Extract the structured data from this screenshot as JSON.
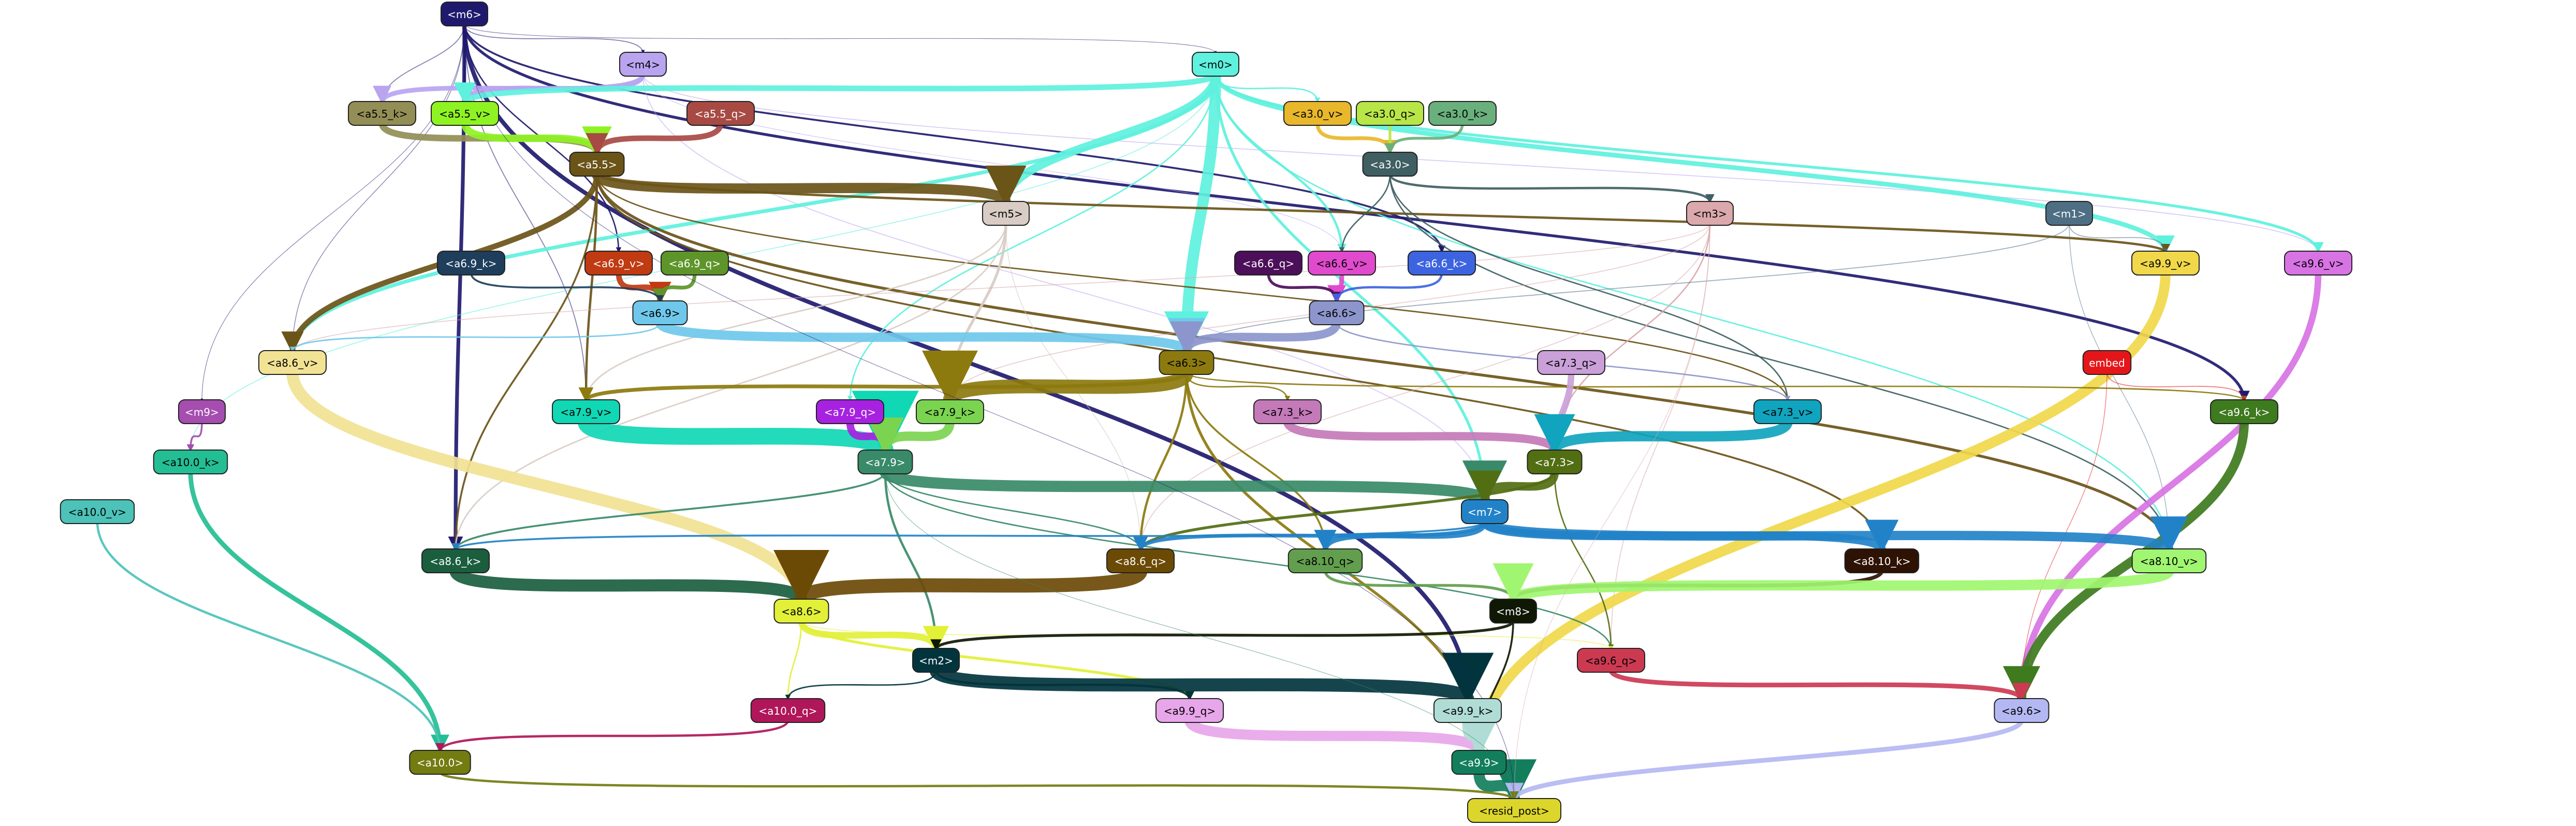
{
  "nodes": [
    {
      "id": "m6",
      "label": "<m6>",
      "fill": "#201a6e",
      "text": "#ffffff"
    },
    {
      "id": "m4",
      "label": "<m4>",
      "fill": "#b9a4f0",
      "text": "#000000"
    },
    {
      "id": "m0",
      "label": "<m0>",
      "fill": "#5ef1dd",
      "text": "#000000"
    },
    {
      "id": "a5_5_k",
      "label": "<a5.5_k>",
      "fill": "#928e56",
      "text": "#000000"
    },
    {
      "id": "a5_5_v",
      "label": "<a5.5_v>",
      "fill": "#8ff323",
      "text": "#000000"
    },
    {
      "id": "a5_5_q",
      "label": "<a5.5_q>",
      "fill": "#a84a44",
      "text": "#ffffff"
    },
    {
      "id": "a3_0_v",
      "label": "<a3.0_v>",
      "fill": "#e8b72b",
      "text": "#000000"
    },
    {
      "id": "a3_0_q",
      "label": "<a3.0_q>",
      "fill": "#b8e648",
      "text": "#000000"
    },
    {
      "id": "a3_0_k",
      "label": "<a3.0_k>",
      "fill": "#6ab07c",
      "text": "#000000"
    },
    {
      "id": "a5_5",
      "label": "<a5.5>",
      "fill": "#6b5418",
      "text": "#ffffff"
    },
    {
      "id": "a3_0",
      "label": "<a3.0>",
      "fill": "#3f5f62",
      "text": "#ffffff"
    },
    {
      "id": "m5",
      "label": "<m5>",
      "fill": "#d8ccc4",
      "text": "#000000"
    },
    {
      "id": "m3",
      "label": "<m3>",
      "fill": "#dba8ac",
      "text": "#000000"
    },
    {
      "id": "m1",
      "label": "<m1>",
      "fill": "#4e6e83",
      "text": "#ffffff"
    },
    {
      "id": "a9_9_v",
      "label": "<a9.9_v>",
      "fill": "#f0d84a",
      "text": "#000000"
    },
    {
      "id": "a9_6_v",
      "label": "<a9.6_v>",
      "fill": "#d873e4",
      "text": "#000000"
    },
    {
      "id": "a6_9_k",
      "label": "<a6.9_k>",
      "fill": "#1e3e5c",
      "text": "#ffffff"
    },
    {
      "id": "a6_9_v",
      "label": "<a6.9_v>",
      "fill": "#c03a12",
      "text": "#ffffff"
    },
    {
      "id": "a6_9_q",
      "label": "<a6.9_q>",
      "fill": "#5e952a",
      "text": "#ffffff"
    },
    {
      "id": "a6_6_q",
      "label": "<a6.6_q>",
      "fill": "#4c0f59",
      "text": "#ffffff"
    },
    {
      "id": "a6_6_v",
      "label": "<a6.6_v>",
      "fill": "#e04acc",
      "text": "#000000"
    },
    {
      "id": "a6_6_k",
      "label": "<a6.6_k>",
      "fill": "#3d64e0",
      "text": "#ffffff"
    },
    {
      "id": "a6_9",
      "label": "<a6.9>",
      "fill": "#6fc8ec",
      "text": "#000000"
    },
    {
      "id": "a6_6",
      "label": "<a6.6>",
      "fill": "#8c96cc",
      "text": "#000000"
    },
    {
      "id": "a8_6_v",
      "label": "<a8.6_v>",
      "fill": "#f2e294",
      "text": "#000000"
    },
    {
      "id": "a6_3",
      "label": "<a6.3>",
      "fill": "#8c7a0e",
      "text": "#000000"
    },
    {
      "id": "a7_3_q",
      "label": "<a7.3_q>",
      "fill": "#caa0d8",
      "text": "#000000"
    },
    {
      "id": "embed",
      "label": "embed",
      "fill": "#e5161a",
      "text": "#ffffff"
    },
    {
      "id": "m9",
      "label": "<m9>",
      "fill": "#a64db0",
      "text": "#ffffff"
    },
    {
      "id": "a7_9_v",
      "label": "<a7.9_v>",
      "fill": "#10d7b4",
      "text": "#000000"
    },
    {
      "id": "a7_9_q",
      "label": "<a7.9_q>",
      "fill": "#a622e0",
      "text": "#ffffff"
    },
    {
      "id": "a7_9_k",
      "label": "<a7.9_k>",
      "fill": "#7bd450",
      "text": "#000000"
    },
    {
      "id": "a7_3_k",
      "label": "<a7.3_k>",
      "fill": "#c47ab9",
      "text": "#000000"
    },
    {
      "id": "a7_3_v",
      "label": "<a7.3_v>",
      "fill": "#10a4be",
      "text": "#000000"
    },
    {
      "id": "a9_6_k",
      "label": "<a9.6_k>",
      "fill": "#3e7a1e",
      "text": "#ffffff"
    },
    {
      "id": "a10_0_k",
      "label": "<a10.0_k>",
      "fill": "#24be94",
      "text": "#000000"
    },
    {
      "id": "a7_9",
      "label": "<a7.9>",
      "fill": "#388a68",
      "text": "#ffffff"
    },
    {
      "id": "a7_3",
      "label": "<a7.3>",
      "fill": "#526e12",
      "text": "#ffffff"
    },
    {
      "id": "a10_0_v",
      "label": "<a10.0_v>",
      "fill": "#4cc2b8",
      "text": "#000000"
    },
    {
      "id": "m7",
      "label": "<m7>",
      "fill": "#2282c8",
      "text": "#ffffff"
    },
    {
      "id": "a8_6_k",
      "label": "<a8.6_k>",
      "fill": "#1a5e3e",
      "text": "#ffffff"
    },
    {
      "id": "a8_6_q",
      "label": "<a8.6_q>",
      "fill": "#6b4a06",
      "text": "#ffffff"
    },
    {
      "id": "a8_10_q",
      "label": "<a8.10_q>",
      "fill": "#629e4e",
      "text": "#000000"
    },
    {
      "id": "a8_10_k",
      "label": "<a8.10_k>",
      "fill": "#2e1204",
      "text": "#ffffff"
    },
    {
      "id": "a8_10_v",
      "label": "<a8.10_v>",
      "fill": "#a0f670",
      "text": "#000000"
    },
    {
      "id": "a8_6",
      "label": "<a8.6>",
      "fill": "#e2f038",
      "text": "#000000"
    },
    {
      "id": "m8",
      "label": "<m8>",
      "fill": "#0e1804",
      "text": "#ffffff"
    },
    {
      "id": "a9_6_q",
      "label": "<a9.6_q>",
      "fill": "#cc3a52",
      "text": "#000000"
    },
    {
      "id": "m2",
      "label": "<m2>",
      "fill": "#02343e",
      "text": "#ffffff"
    },
    {
      "id": "a10_0_q",
      "label": "<a10.0_q>",
      "fill": "#b0165a",
      "text": "#ffffff"
    },
    {
      "id": "a9_9_q",
      "label": "<a9.9_q>",
      "fill": "#e8a6ea",
      "text": "#000000"
    },
    {
      "id": "a9_9_k",
      "label": "<a9.9_k>",
      "fill": "#b0dcd6",
      "text": "#000000"
    },
    {
      "id": "a9_6",
      "label": "<a9.6>",
      "fill": "#b4b8f2",
      "text": "#000000"
    },
    {
      "id": "a10_0",
      "label": "<a10.0>",
      "fill": "#727c10",
      "text": "#ffffff"
    },
    {
      "id": "a9_9",
      "label": "<a9.9>",
      "fill": "#127e5c",
      "text": "#ffffff"
    },
    {
      "id": "resid_post",
      "label": "<resid_post>",
      "fill": "#dcd62c",
      "text": "#000000"
    }
  ],
  "edges": [
    {
      "from": "m6",
      "to": "a8_6_k",
      "color": "#201a6e",
      "weight": 8
    },
    {
      "from": "m6",
      "to": "a9_9_k",
      "color": "#201a6e",
      "weight": 9
    },
    {
      "from": "m6",
      "to": "a9_6_k",
      "color": "#201a6e",
      "weight": 6
    },
    {
      "from": "m6",
      "to": "a6_6_k",
      "color": "#201a6e",
      "weight": 4
    },
    {
      "from": "m6",
      "to": "a6_9_v",
      "color": "#201a6e",
      "weight": 3
    },
    {
      "from": "m6",
      "to": "a5_5_v",
      "color": "#201a6e",
      "weight": 3
    },
    {
      "from": "m6",
      "to": "a5_5_k",
      "color": "#201a6e",
      "weight": 2
    },
    {
      "from": "m6",
      "to": "m4",
      "color": "#201a6e",
      "weight": 2
    },
    {
      "from": "m6",
      "to": "a7_9_v",
      "color": "#201a6e",
      "weight": 2
    },
    {
      "from": "m6",
      "to": "a8_6_v",
      "color": "#201a6e",
      "weight": 1.5
    },
    {
      "from": "m6",
      "to": "m9",
      "color": "#201a6e",
      "weight": 1
    },
    {
      "from": "m6",
      "to": "m0",
      "color": "#201a6e",
      "weight": 1
    },
    {
      "from": "m4",
      "to": "a5_5_k",
      "color": "#b9a4f0",
      "weight": 10
    },
    {
      "from": "m4",
      "to": "a5_5_v",
      "color": "#b9a4f0",
      "weight": 10
    },
    {
      "from": "m4",
      "to": "a9_6_v",
      "color": "#b9a4f0",
      "weight": 2
    },
    {
      "from": "m4",
      "to": "m7",
      "color": "#b9a4f0",
      "weight": 2
    },
    {
      "from": "m4",
      "to": "a6_6_v",
      "color": "#b9a4f0",
      "weight": 1.5
    },
    {
      "from": "m0",
      "to": "a6_3",
      "color": "#5ef1dd",
      "weight": 24
    },
    {
      "from": "m0",
      "to": "m5",
      "color": "#5ef1dd",
      "weight": 18
    },
    {
      "from": "m0",
      "to": "a5_5_v",
      "color": "#5ef1dd",
      "weight": 12
    },
    {
      "from": "m0",
      "to": "a8_6_v",
      "color": "#5ef1dd",
      "weight": 8
    },
    {
      "from": "m0",
      "to": "a9_9_v",
      "color": "#5ef1dd",
      "weight": 10
    },
    {
      "from": "m0",
      "to": "a9_6_v",
      "color": "#5ef1dd",
      "weight": 6
    },
    {
      "from": "m0",
      "to": "a6_6_v",
      "color": "#5ef1dd",
      "weight": 5
    },
    {
      "from": "m0",
      "to": "a3_0_v",
      "color": "#5ef1dd",
      "weight": 3
    },
    {
      "from": "m0",
      "to": "m7",
      "color": "#5ef1dd",
      "weight": 6
    },
    {
      "from": "m0",
      "to": "a7_9_q",
      "color": "#5ef1dd",
      "weight": 3
    },
    {
      "from": "m0",
      "to": "a8_10_v",
      "color": "#5ef1dd",
      "weight": 3
    },
    {
      "from": "m0",
      "to": "a10_0_k",
      "color": "#5ef1dd",
      "weight": 2
    },
    {
      "from": "a5_5_k",
      "to": "a5_5",
      "color": "#928e56",
      "weight": 14
    },
    {
      "from": "a5_5_v",
      "to": "a5_5",
      "color": "#8ff323",
      "weight": 16
    },
    {
      "from": "a5_5_q",
      "to": "a5_5",
      "color": "#a84a44",
      "weight": 12
    },
    {
      "from": "a3_0_v",
      "to": "a3_0",
      "color": "#e8b72b",
      "weight": 8
    },
    {
      "from": "a3_0_q",
      "to": "a3_0",
      "color": "#b8e648",
      "weight": 6
    },
    {
      "from": "a3_0_k",
      "to": "a3_0",
      "color": "#6ab07c",
      "weight": 6
    },
    {
      "from": "a5_5",
      "to": "m5",
      "color": "#6b5418",
      "weight": 22
    },
    {
      "from": "a5_5",
      "to": "a8_6_v",
      "color": "#6b5418",
      "weight": 12
    },
    {
      "from": "a5_5",
      "to": "a8_10_v",
      "color": "#6b5418",
      "weight": 6
    },
    {
      "from": "a5_5",
      "to": "a9_9_v",
      "color": "#6b5418",
      "weight": 5
    },
    {
      "from": "a5_5",
      "to": "a8_6_k",
      "color": "#6b5418",
      "weight": 4
    },
    {
      "from": "a5_5",
      "to": "a7_9_v",
      "color": "#6b5418",
      "weight": 5
    },
    {
      "from": "a5_5",
      "to": "a8_10_k",
      "color": "#6b5418",
      "weight": 4
    },
    {
      "from": "a5_5",
      "to": "a7_3_v",
      "color": "#6b5418",
      "weight": 3
    },
    {
      "from": "a3_0",
      "to": "m3",
      "color": "#3f5f62",
      "weight": 5
    },
    {
      "from": "a3_0",
      "to": "a6_6_v",
      "color": "#3f5f62",
      "weight": 3
    },
    {
      "from": "a3_0",
      "to": "a7_3_v",
      "color": "#3f5f62",
      "weight": 3
    },
    {
      "from": "a3_0",
      "to": "a8_10_v",
      "color": "#3f5f62",
      "weight": 3
    },
    {
      "from": "m5",
      "to": "a7_9_k",
      "color": "#d8ccc4",
      "weight": 6
    },
    {
      "from": "m5",
      "to": "a8_6_k",
      "color": "#d8ccc4",
      "weight": 3
    },
    {
      "from": "m5",
      "to": "a7_9_v",
      "color": "#d8ccc4",
      "weight": 3
    },
    {
      "from": "m5",
      "to": "a8_6_q",
      "color": "#d8ccc4",
      "weight": 2
    },
    {
      "from": "m3",
      "to": "a7_3",
      "color": "#dba8ac",
      "weight": 3
    },
    {
      "from": "m3",
      "to": "a8_6_q",
      "color": "#dba8ac",
      "weight": 2
    },
    {
      "from": "m3",
      "to": "a9_6_q",
      "color": "#dba8ac",
      "weight": 2
    },
    {
      "from": "m3",
      "to": "a7_9_k",
      "color": "#dba8ac",
      "weight": 2
    },
    {
      "from": "m3",
      "to": "a8_6_v",
      "color": "#dba8ac",
      "weight": 2
    },
    {
      "from": "m1",
      "to": "a9_9_v",
      "color": "#4e6e83",
      "weight": 2
    },
    {
      "from": "m1",
      "to": "a6_3",
      "color": "#4e6e83",
      "weight": 2
    },
    {
      "from": "m1",
      "to": "a8_10_v",
      "color": "#4e6e83",
      "weight": 1.5
    },
    {
      "from": "a9_9_v",
      "to": "a9_9",
      "color": "#f0d84a",
      "weight": 22
    },
    {
      "from": "a9_6_v",
      "to": "a9_6",
      "color": "#d873e4",
      "weight": 14
    },
    {
      "from": "a6_9_v",
      "to": "a6_9",
      "color": "#c03a12",
      "weight": 12
    },
    {
      "from": "a6_9_q",
      "to": "a6_9",
      "color": "#5e952a",
      "weight": 8
    },
    {
      "from": "a6_9_k",
      "to": "a6_9",
      "color": "#1e3e5c",
      "weight": 4
    },
    {
      "from": "a6_6_v",
      "to": "a6_6",
      "color": "#e04acc",
      "weight": 10
    },
    {
      "from": "a6_6_q",
      "to": "a6_6",
      "color": "#4c0f59",
      "weight": 6
    },
    {
      "from": "a6_6_k",
      "to": "a6_6",
      "color": "#3d64e0",
      "weight": 5
    },
    {
      "from": "a6_9",
      "to": "a6_3",
      "color": "#6fc8ec",
      "weight": 20
    },
    {
      "from": "a6_9",
      "to": "a8_6_v",
      "color": "#6fc8ec",
      "weight": 3
    },
    {
      "from": "a6_6",
      "to": "a6_3",
      "color": "#8c96cc",
      "weight": 18
    },
    {
      "from": "a6_6",
      "to": "a7_3_v",
      "color": "#8c96cc",
      "weight": 3
    },
    {
      "from": "a8_6_v",
      "to": "a8_6",
      "color": "#f2e294",
      "weight": 26
    },
    {
      "from": "a6_3",
      "to": "a7_9_k",
      "color": "#8c7a0e",
      "weight": 30
    },
    {
      "from": "a6_3",
      "to": "a7_9_v",
      "color": "#8c7a0e",
      "weight": 8
    },
    {
      "from": "a6_3",
      "to": "a8_6_q",
      "color": "#8c7a0e",
      "weight": 5
    },
    {
      "from": "a6_3",
      "to": "a9_9",
      "color": "#8c7a0e",
      "weight": 6
    },
    {
      "from": "a6_3",
      "to": "a8_10_q",
      "color": "#8c7a0e",
      "weight": 4
    },
    {
      "from": "a6_3",
      "to": "a9_6_k",
      "color": "#8c7a0e",
      "weight": 3
    },
    {
      "from": "a6_3",
      "to": "a7_3_k",
      "color": "#8c7a0e",
      "weight": 3
    },
    {
      "from": "a7_3_q",
      "to": "a7_3",
      "color": "#caa0d8",
      "weight": 14
    },
    {
      "from": "embed",
      "to": "a9_6_k",
      "color": "#e5161a",
      "weight": 2
    },
    {
      "from": "embed",
      "to": "a9_6",
      "color": "#e5161a",
      "weight": 1.5
    },
    {
      "from": "m9",
      "to": "a10_0_k",
      "color": "#a64db0",
      "weight": 4
    },
    {
      "from": "a7_9_v",
      "to": "a7_9",
      "color": "#10d7b4",
      "weight": 36
    },
    {
      "from": "a7_9_q",
      "to": "a7_9",
      "color": "#a622e0",
      "weight": 16
    },
    {
      "from": "a7_9_k",
      "to": "a7_9",
      "color": "#7bd450",
      "weight": 20
    },
    {
      "from": "a7_3_k",
      "to": "a7_3",
      "color": "#c47ab9",
      "weight": 18
    },
    {
      "from": "a7_3_v",
      "to": "a7_3",
      "color": "#10a4be",
      "weight": 22
    },
    {
      "from": "a9_6_k",
      "to": "a9_6",
      "color": "#3e7a1e",
      "weight": 20
    },
    {
      "from": "a10_0_k",
      "to": "a10_0",
      "color": "#24be94",
      "weight": 10
    },
    {
      "from": "a7_9",
      "to": "m7",
      "color": "#388a68",
      "weight": 24
    },
    {
      "from": "a7_9",
      "to": "a8_6_k",
      "color": "#388a68",
      "weight": 4
    },
    {
      "from": "a7_9",
      "to": "m2",
      "color": "#388a68",
      "weight": 5
    },
    {
      "from": "a7_9",
      "to": "a9_6_q",
      "color": "#388a68",
      "weight": 3
    },
    {
      "from": "a7_9",
      "to": "a8_6_q",
      "color": "#388a68",
      "weight": 3
    },
    {
      "from": "a7_3",
      "to": "m7",
      "color": "#526e12",
      "weight": 18
    },
    {
      "from": "a7_3",
      "to": "a8_6_q",
      "color": "#526e12",
      "weight": 6
    },
    {
      "from": "a7_3",
      "to": "a9_6_q",
      "color": "#526e12",
      "weight": 3
    },
    {
      "from": "a10_0_v",
      "to": "a10_0",
      "color": "#4cc2b8",
      "weight": 5
    },
    {
      "from": "m7",
      "to": "a8_10_v",
      "color": "#2282c8",
      "weight": 20
    },
    {
      "from": "m7",
      "to": "a8_10_k",
      "color": "#2282c8",
      "weight": 18
    },
    {
      "from": "m7",
      "to": "a8_6_q",
      "color": "#2282c8",
      "weight": 8
    },
    {
      "from": "m7",
      "to": "a8_10_q",
      "color": "#2282c8",
      "weight": 12
    },
    {
      "from": "m7",
      "to": "a8_6_k",
      "color": "#2282c8",
      "weight": 4
    },
    {
      "from": "a8_6_k",
      "to": "a8_6",
      "color": "#1a5e3e",
      "weight": 26
    },
    {
      "from": "a8_6_q",
      "to": "a8_6",
      "color": "#6b4a06",
      "weight": 30
    },
    {
      "from": "a8_10_q",
      "to": "m8",
      "color": "#629e4e",
      "weight": 6
    },
    {
      "from": "a8_10_k",
      "to": "m8",
      "color": "#2e1204",
      "weight": 8
    },
    {
      "from": "a8_10_v",
      "to": "m8",
      "color": "#a0f670",
      "weight": 22
    },
    {
      "from": "a8_6",
      "to": "m2",
      "color": "#e2f038",
      "weight": 14
    },
    {
      "from": "a8_6",
      "to": "a9_9_q",
      "color": "#e2f038",
      "weight": 6
    },
    {
      "from": "a8_6",
      "to": "a10_0_q",
      "color": "#e2f038",
      "weight": 3
    },
    {
      "from": "a8_6",
      "to": "a9_6_q",
      "color": "#e2f038",
      "weight": 2
    },
    {
      "from": "m8",
      "to": "m2",
      "color": "#0e1804",
      "weight": 6
    },
    {
      "from": "m8",
      "to": "a9_9",
      "color": "#0e1804",
      "weight": 4
    },
    {
      "from": "a9_6_q",
      "to": "a9_6",
      "color": "#cc3a52",
      "weight": 10
    },
    {
      "from": "m2",
      "to": "a9_9_k",
      "color": "#02343e",
      "weight": 28
    },
    {
      "from": "m2",
      "to": "a9_9_q",
      "color": "#02343e",
      "weight": 5
    },
    {
      "from": "m2",
      "to": "a10_0_q",
      "color": "#02343e",
      "weight": 3
    },
    {
      "from": "a10_0_q",
      "to": "a10_0",
      "color": "#b0165a",
      "weight": 5
    },
    {
      "from": "a9_9_q",
      "to": "a9_9",
      "color": "#e8a6ea",
      "weight": 22
    },
    {
      "from": "a9_9_k",
      "to": "a9_9",
      "color": "#b0dcd6",
      "weight": 24
    },
    {
      "from": "a9_9",
      "to": "resid_post",
      "color": "#127e5c",
      "weight": 24
    },
    {
      "from": "a9_6",
      "to": "resid_post",
      "color": "#b4b8f2",
      "weight": 10
    },
    {
      "from": "a10_0",
      "to": "resid_post",
      "color": "#727c10",
      "weight": 5
    },
    {
      "from": "m6",
      "to": "resid_post",
      "color": "#201a6e",
      "weight": 1
    },
    {
      "from": "m3",
      "to": "resid_post",
      "color": "#dba8ac",
      "weight": 1
    },
    {
      "from": "a7_9",
      "to": "resid_post",
      "color": "#388a68",
      "weight": 1
    }
  ]
}
